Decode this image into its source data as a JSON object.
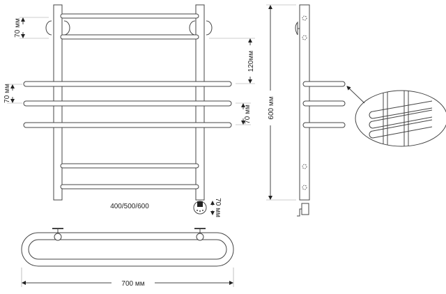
{
  "drawing": {
    "labels": {
      "top_rail_spacing": "70 мм",
      "middle_rail_spacing_left": "70 мм",
      "upper_gap": "120мм",
      "middle_rail_spacing_right": "70 мм",
      "width_options": "400/500/600",
      "connector_offset": "70 мм",
      "height": "600 мм",
      "total_width": "700 мм"
    },
    "colors": {
      "line": "#444444",
      "background": "#ffffff"
    }
  }
}
